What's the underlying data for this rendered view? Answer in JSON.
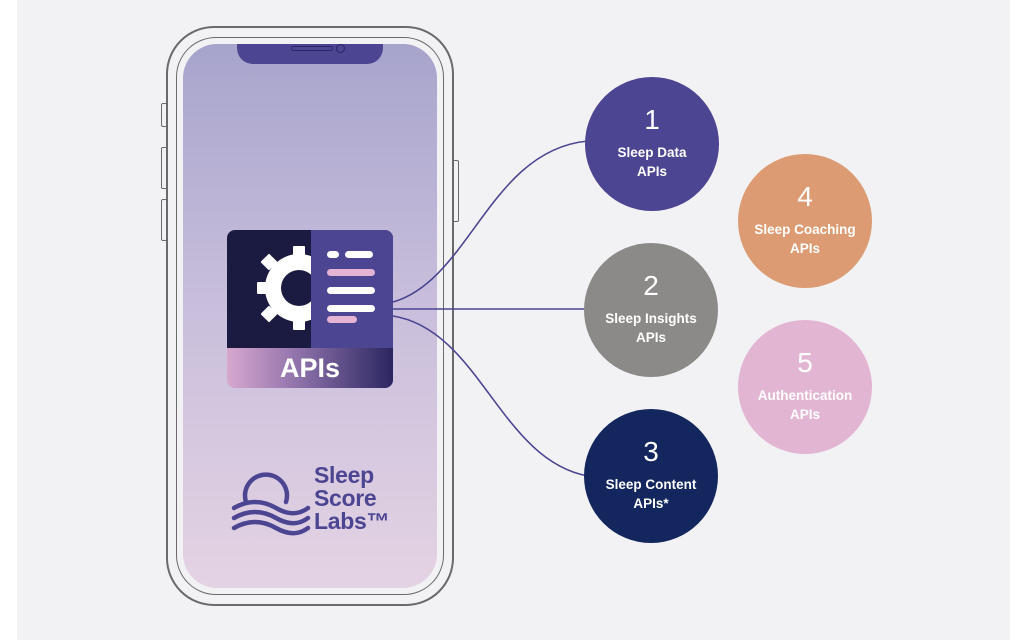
{
  "api_icon": {
    "label": "APIs"
  },
  "logo": {
    "line1": "Sleep",
    "line2": "Score",
    "line3": "Labs™"
  },
  "bubbles": [
    {
      "number": "1",
      "line1": "Sleep Data",
      "line2": "APIs",
      "color": "#4b4592"
    },
    {
      "number": "2",
      "line1": "Sleep Insights",
      "line2": "APIs",
      "color": "#8c8a89"
    },
    {
      "number": "3",
      "line1": "Sleep Content",
      "line2": "APIs*",
      "color": "#13275e"
    },
    {
      "number": "4",
      "line1": "Sleep Coaching",
      "line2": "APIs",
      "color": "#dc9b72"
    },
    {
      "number": "5",
      "line1": "Authentication",
      "line2": "APIs",
      "color": "#e2b5d3"
    }
  ],
  "colors": {
    "connector": "#4b4592",
    "brand_purple": "#4b4592",
    "phone_outline": "#6a6a6a"
  }
}
